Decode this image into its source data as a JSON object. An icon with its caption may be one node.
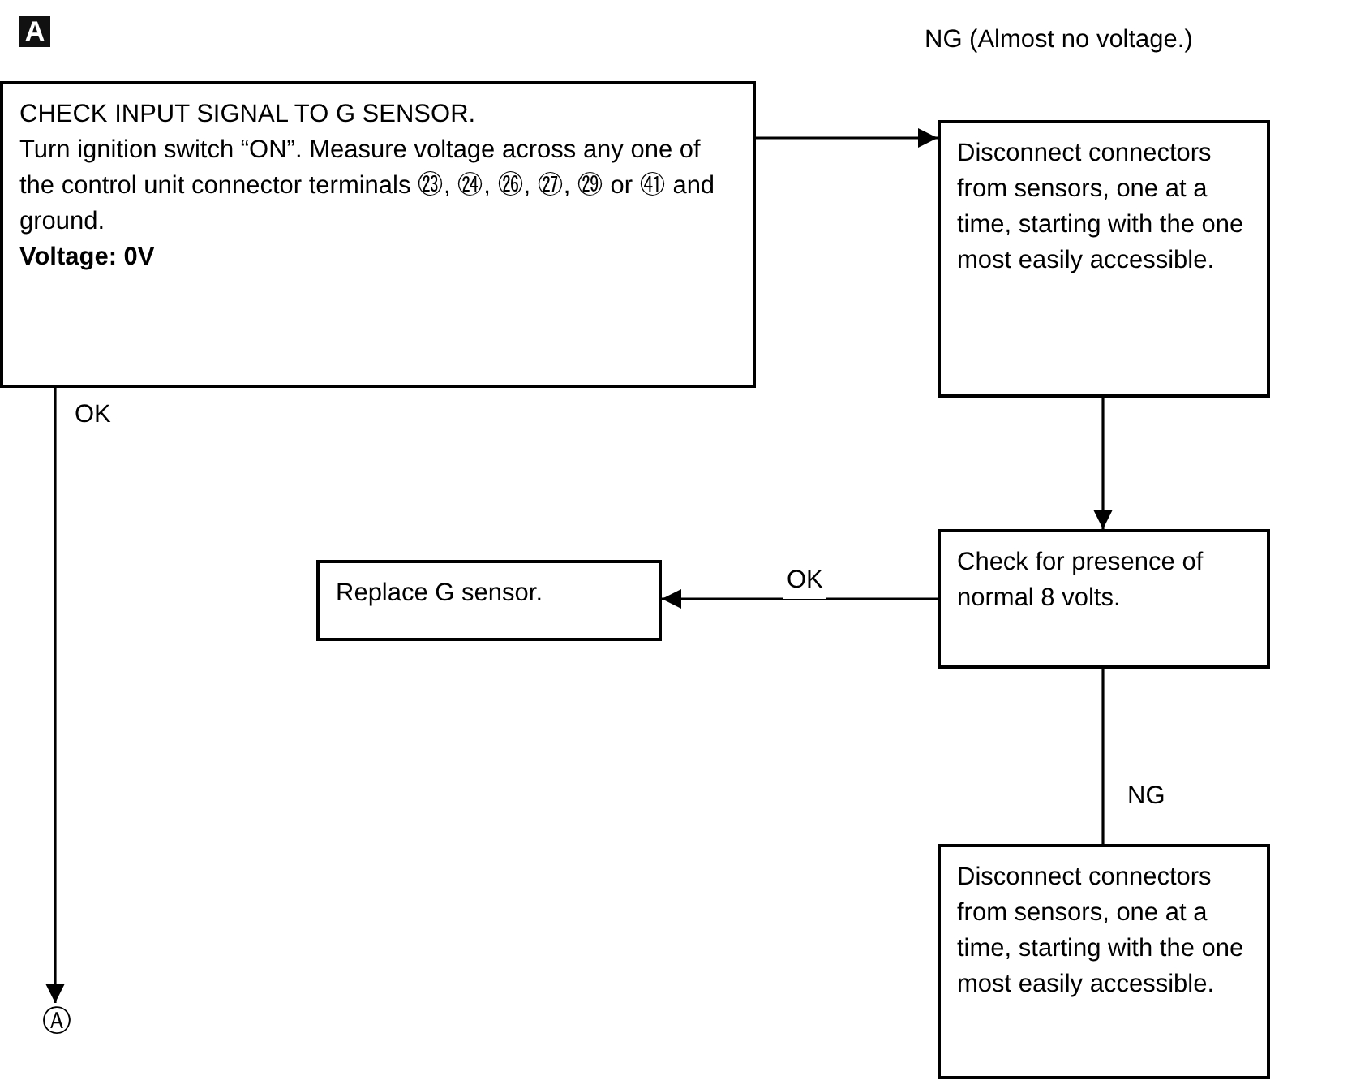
{
  "diagram": {
    "nodes": [
      {
        "text": [
          "CHECK INPUT SIGNAL TO G SENSOR.",
          "Turn ignition switch “ON”. Measure voltage across any one of the control unit connector terminals ㉓, ㉔, ㉖, ㉗, ㉙ or ㊶ and ground.",
          "Voltage: 0V"
        ]
      },
      {
        "text": [
          "Disconnect connectors from sensors, one at a time, starting with the one most easily accessible."
        ]
      },
      {
        "text": [
          "Replace G sensor."
        ]
      },
      {
        "text": [
          "Check for presence of normal 8 volts."
        ]
      },
      {
        "text": [
          "Disconnect connectors from sensors, one at a time, starting with the one most easily accessible."
        ]
      },
      {
        "text": [
          "Ⓐ"
        ]
      }
    ],
    "edges": [
      {
        "from": 0,
        "to": 1,
        "arrow": "to",
        "label": "NG (Almost no voltage.)"
      },
      {
        "from": 1,
        "to": 3,
        "arrow": "to"
      },
      {
        "from": 3,
        "to": 2,
        "arrow": "to",
        "label": "OK"
      },
      {
        "from": 3,
        "to": 4,
        "arrow": "none",
        "label": "NG"
      },
      {
        "from": 0,
        "to": 5,
        "arrow": "to",
        "label": "OK"
      }
    ],
    "labels": [
      "A"
    ]
  }
}
